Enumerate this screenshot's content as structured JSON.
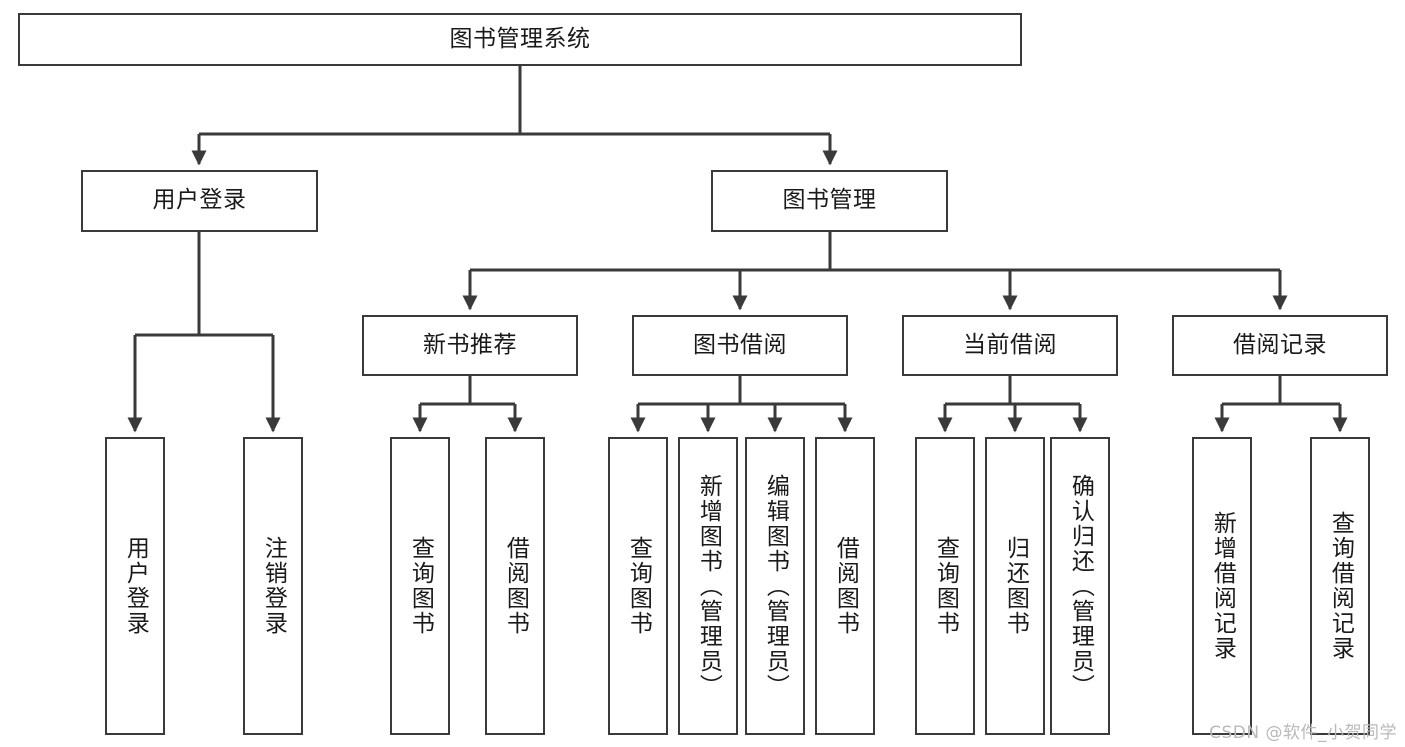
{
  "diagram": {
    "title": "图书管理系统",
    "type": "tree-hierarchy-diagram",
    "colors": {
      "box_border": "#3a3a3a",
      "box_fill": "#ffffff",
      "edge": "#3a3a3a",
      "text": "#1a1a1a",
      "watermark": "#b9b9b9",
      "background": "#ffffff"
    },
    "root": {
      "label": "图书管理系统"
    },
    "level1": [
      {
        "label": "用户登录"
      },
      {
        "label": "图书管理"
      }
    ],
    "level2": [
      {
        "label": "新书推荐"
      },
      {
        "label": "图书借阅"
      },
      {
        "label": "当前借阅"
      },
      {
        "label": "借阅记录"
      }
    ],
    "leaves": {
      "user_login": [
        {
          "label": "用户登录"
        },
        {
          "label": "注销登录"
        }
      ],
      "new_book_recommend": [
        {
          "label": "查询图书"
        },
        {
          "label": "借阅图书"
        }
      ],
      "book_borrow": [
        {
          "label": "查询图书"
        },
        {
          "label": "新增图书（管理员）"
        },
        {
          "label": "编辑图书（管理员）"
        },
        {
          "label": "借阅图书"
        }
      ],
      "current_borrow": [
        {
          "label": "查询图书"
        },
        {
          "label": "归还图书"
        },
        {
          "label": "确认归还（管理员）"
        }
      ],
      "borrow_record": [
        {
          "label": "新增借阅记录"
        },
        {
          "label": "查询借阅记录"
        }
      ]
    }
  },
  "watermark": {
    "text": "CSDN @软件_小贺同学"
  }
}
